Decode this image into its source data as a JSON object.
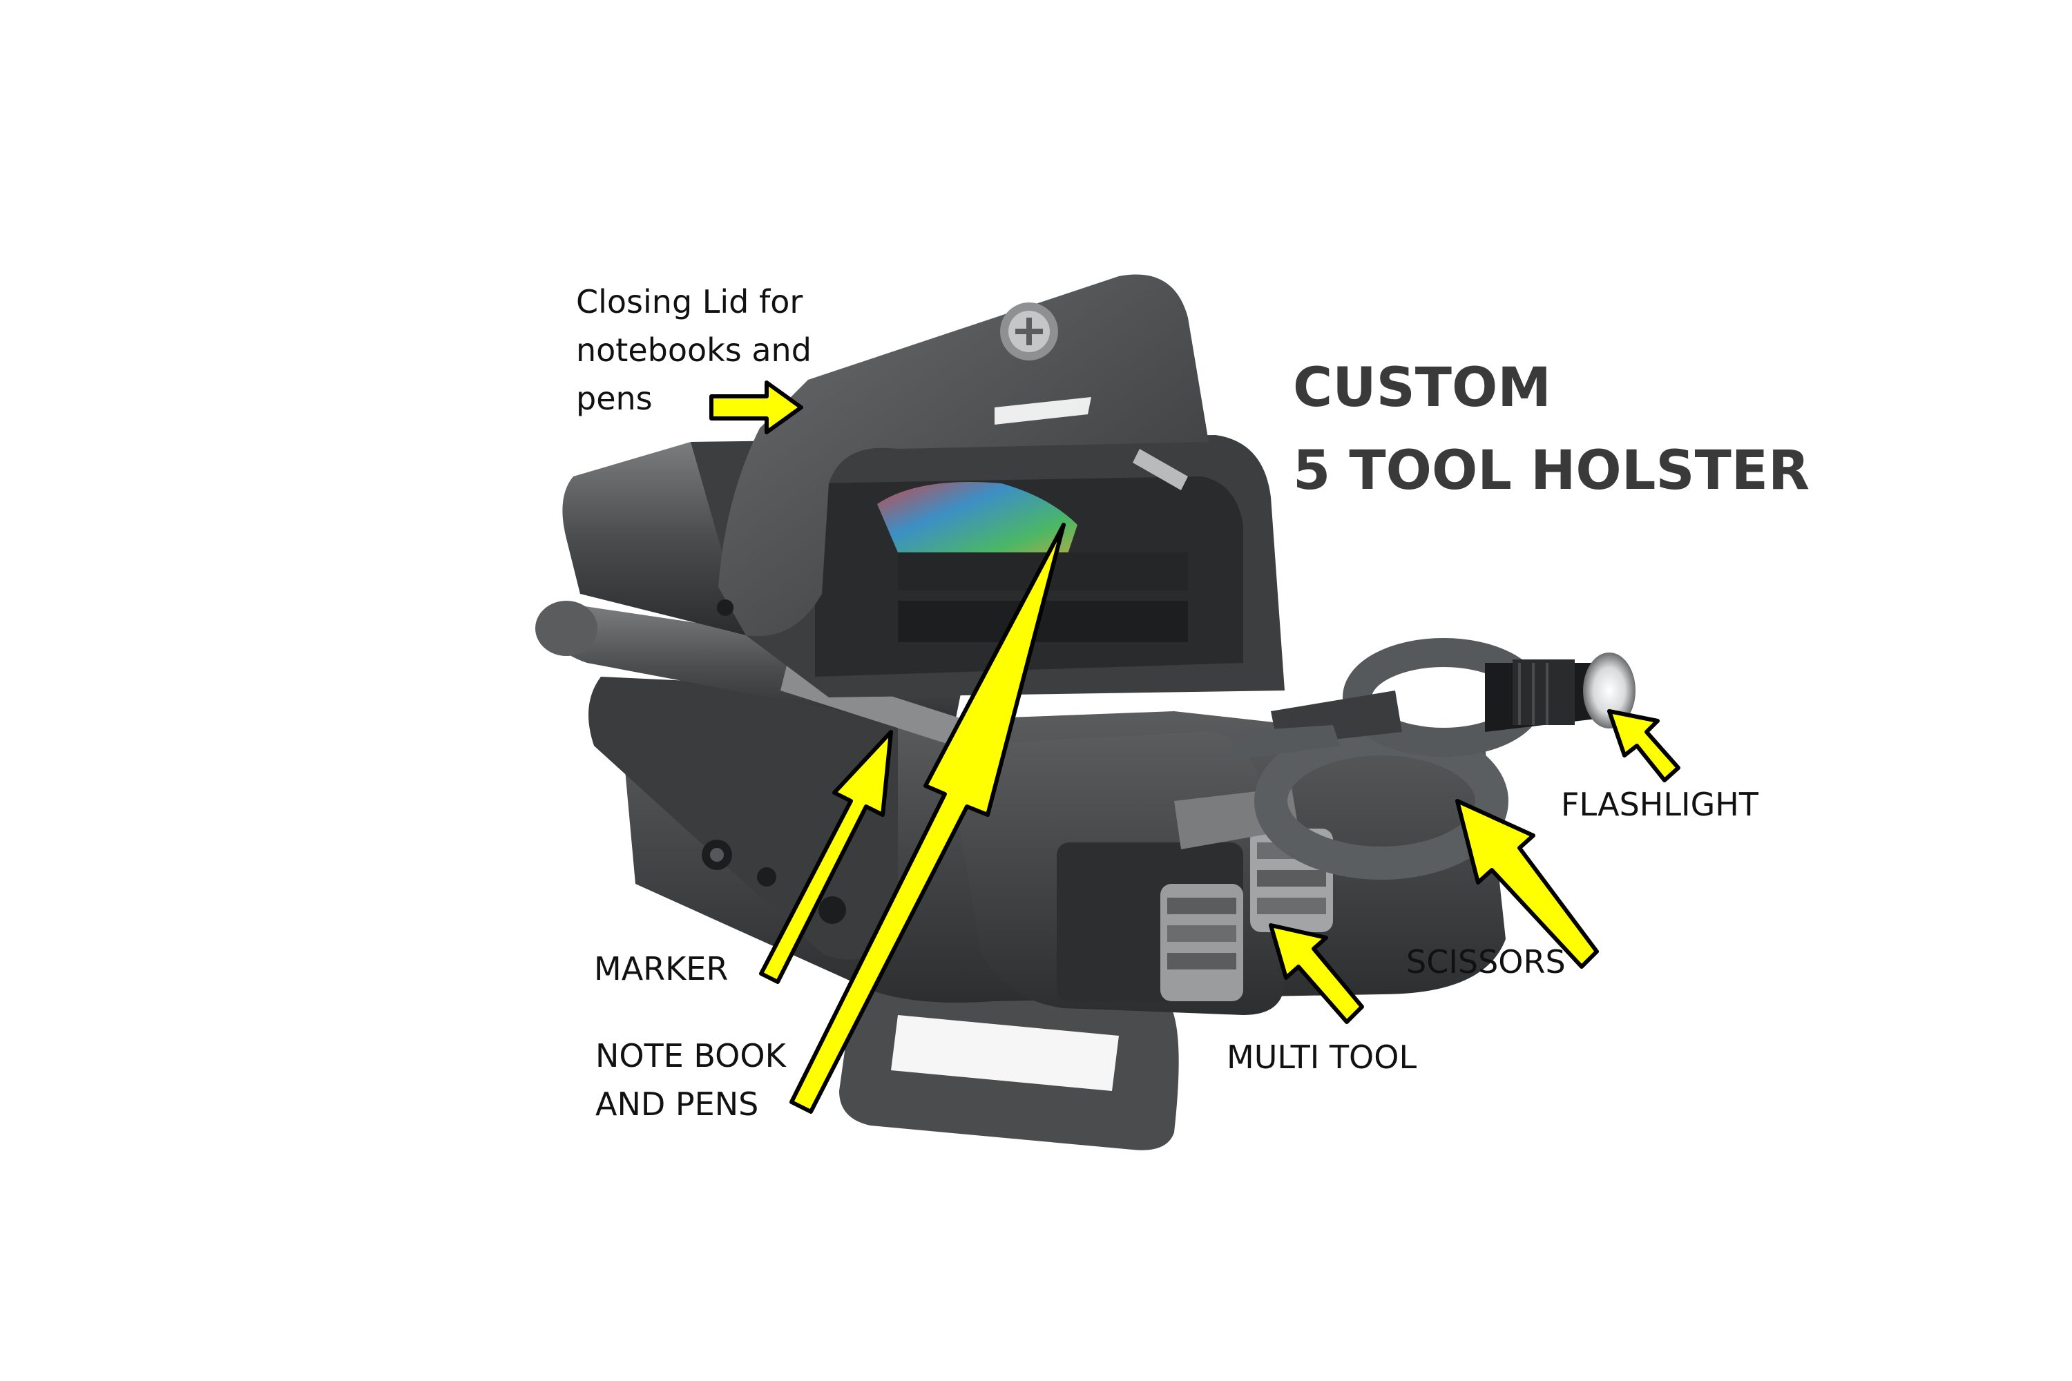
{
  "title": {
    "line1": "CUSTOM",
    "line2": "5 TOOL HOLSTER",
    "color": "#3a3a3a"
  },
  "labels": {
    "lid": [
      "Closing Lid for",
      "notebooks and",
      "pens"
    ],
    "marker": "MARKER",
    "notebook": [
      "NOTE BOOK",
      "AND PENS"
    ],
    "multitool": "MULTI TOOL",
    "scissors": "SCISSORS",
    "flashlight": "FLASHLIGHT"
  },
  "colors": {
    "arrow_fill": "#ffff00",
    "arrow_stroke": "#000000",
    "holster": "#3d3f40"
  }
}
